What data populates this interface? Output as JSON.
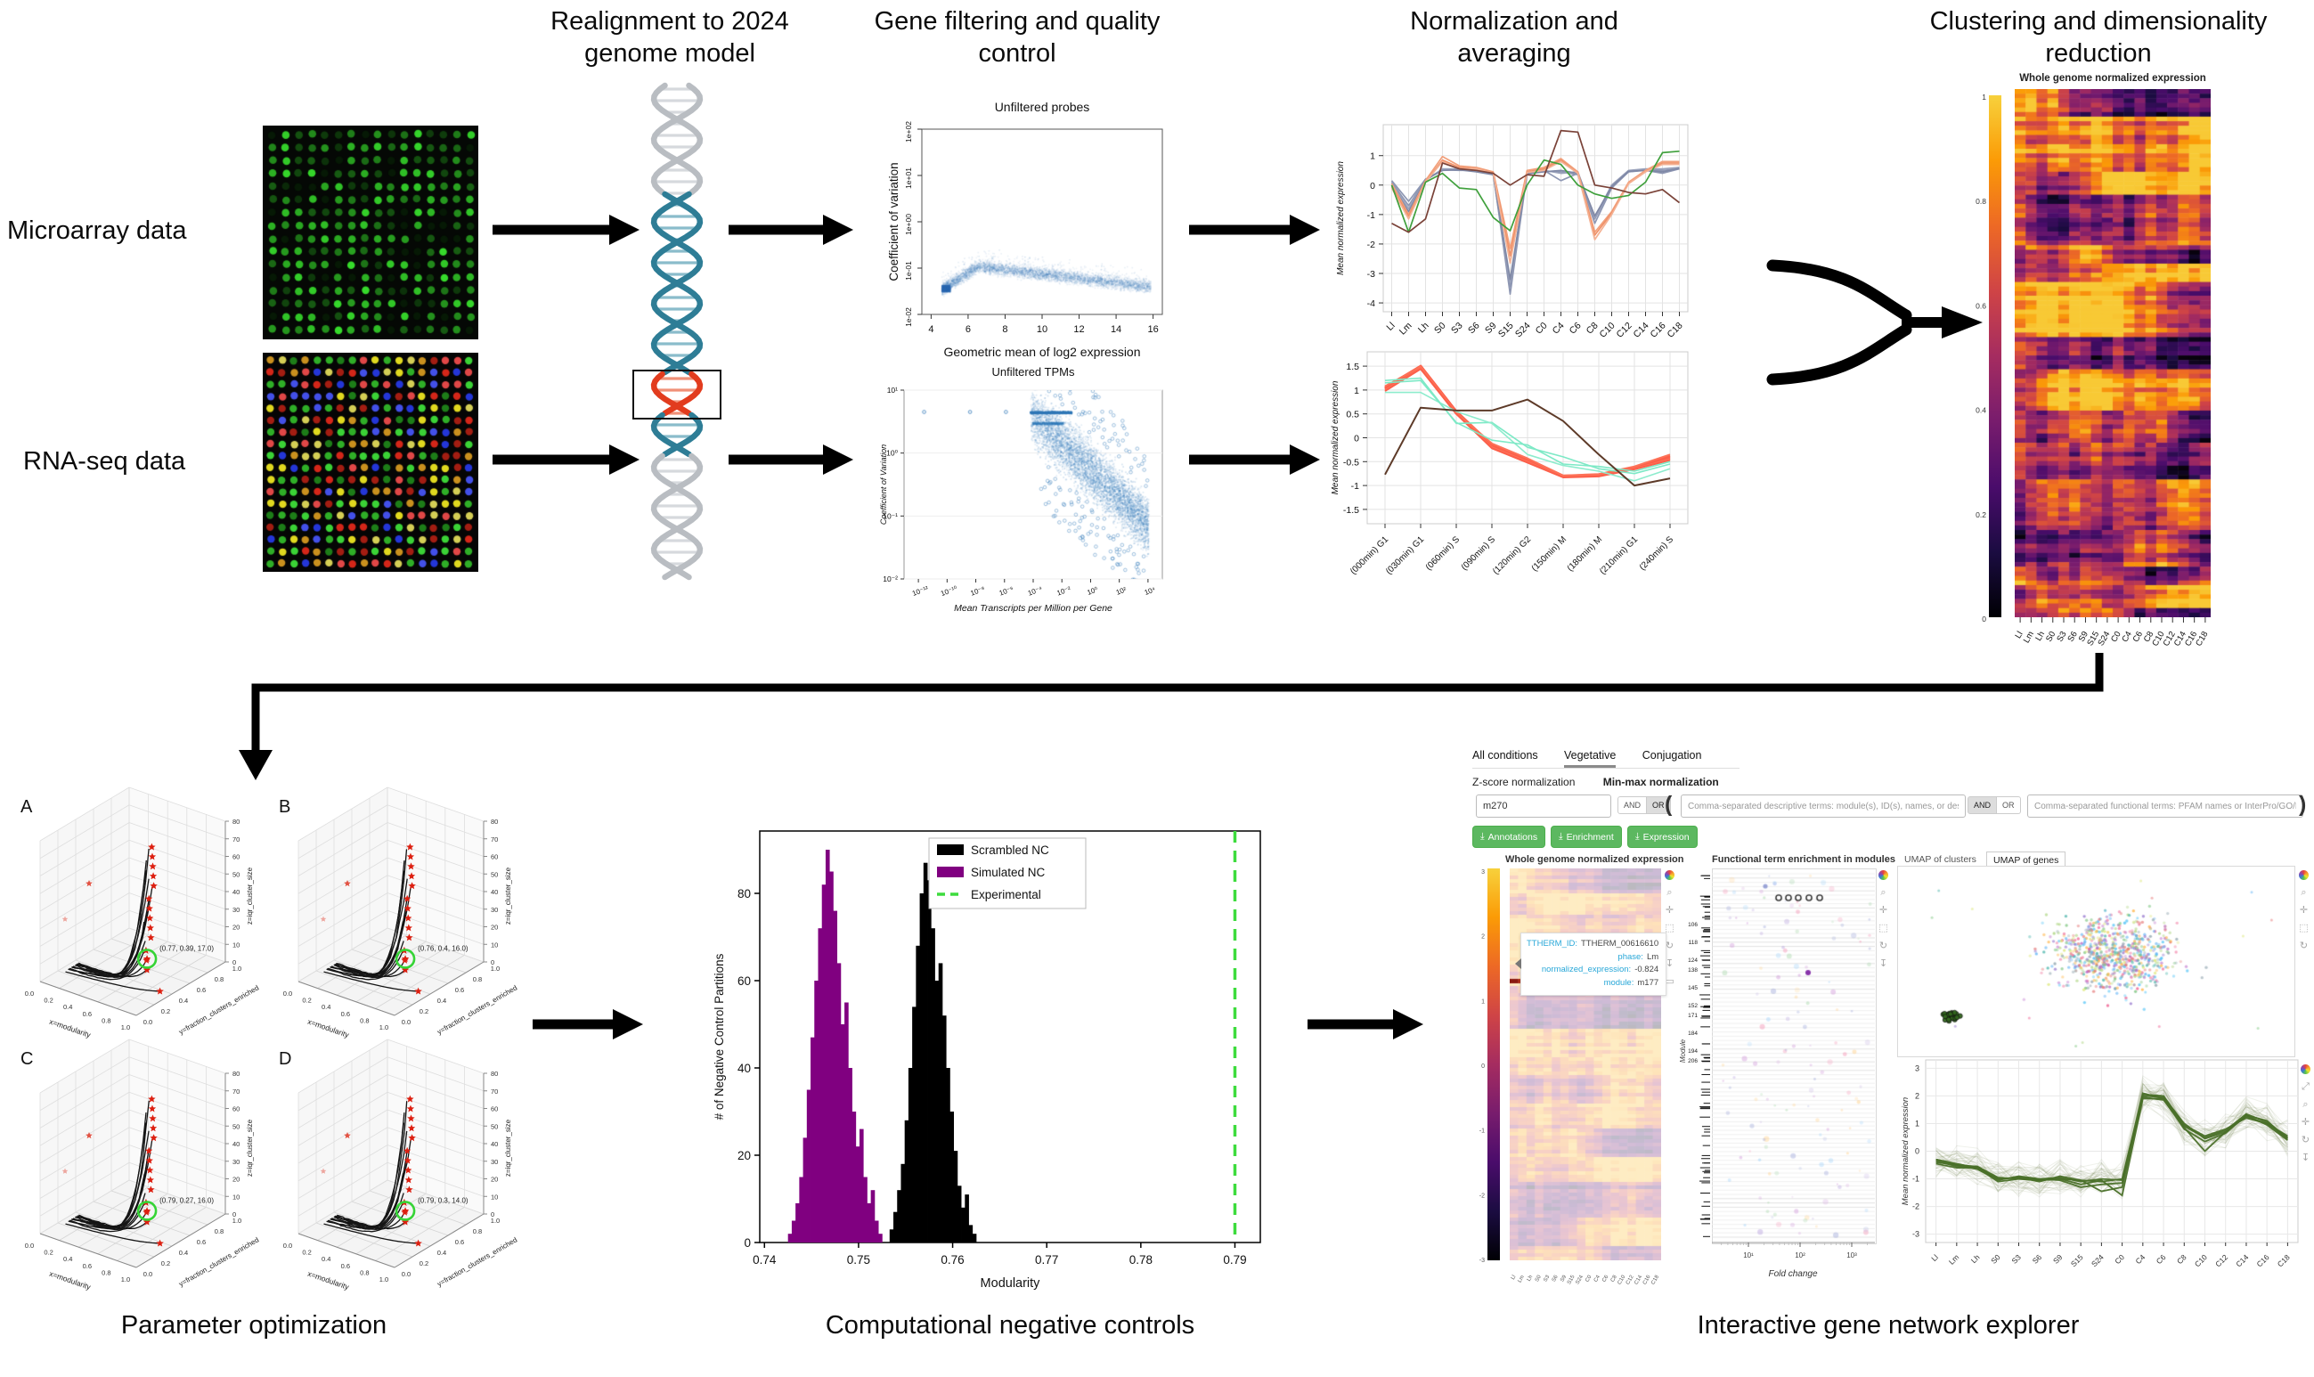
{
  "headers": {
    "realignment": "Realignment to 2024 genome model",
    "filtering": "Gene filtering and quality control",
    "normalization": "Normalization and averaging",
    "clustering": "Clustering and dimensionality reduction"
  },
  "input_labels": {
    "microarray": "Microarray data",
    "rnaseq": "RNA-seq data"
  },
  "bottom_labels": {
    "param": "Parameter optimization",
    "negctl": "Computational negative controls",
    "explorer": "Interactive gene network explorer"
  },
  "phases": [
    "Ll",
    "Lm",
    "Lh",
    "S0",
    "S3",
    "S6",
    "S9",
    "S15",
    "S24",
    "C0",
    "C4",
    "C6",
    "C8",
    "C10",
    "C12",
    "C14",
    "C16",
    "C18"
  ],
  "chart_data": [
    {
      "id": "unfiltered_probes",
      "type": "scatter",
      "title": "Unfiltered probes",
      "xlabel": "Geometric mean of log2 expression",
      "ylabel": "Coefficient of variation",
      "xticks": [
        4,
        6,
        8,
        10,
        12,
        14,
        16
      ],
      "ytick_labels": [
        "1e-02",
        "1e-01",
        "1e+00",
        "1e+01",
        "1e+02"
      ],
      "xlim": [
        3.5,
        16.5
      ],
      "ylog_lim": [
        -2,
        2
      ],
      "shape": "dense blue arc: CV rises from ~0.04 at x=4.6 to ~0.13 near x=6-8, declines to ~0.04 by x=15"
    },
    {
      "id": "unfiltered_tpms",
      "type": "scatter",
      "title": "Unfiltered TPMs",
      "xlabel": "Mean Transcripts per Million per Gene",
      "ylabel": "Coefficient of Variation",
      "xtick_labels": [
        "10⁻¹²",
        "10⁻¹⁰",
        "10⁻⁸",
        "10⁻⁶",
        "10⁻⁴",
        "10⁻²",
        "10⁰",
        "10²",
        "10⁴"
      ],
      "ytick_labels": [
        "10⁻²",
        "10⁻¹",
        "10⁰",
        "10¹"
      ],
      "shape": "blue cloud negatively correlated from (10⁻⁴,~5) to (10⁴,~0.1) with horizontal band of points at CV≈4.5 and isolated points near 10⁻¹²,10⁻⁸,10⁻⁶"
    },
    {
      "id": "norm_avg_phases",
      "type": "line",
      "ylabel": "Mean normalized expression",
      "yticks": [
        -4,
        -3,
        -2,
        -1,
        0,
        1
      ],
      "ylim": [
        -4.3,
        2.05
      ],
      "categories": [
        "Ll",
        "Lm",
        "Lh",
        "S0",
        "S3",
        "S6",
        "S9",
        "S15",
        "S24",
        "C0",
        "C4",
        "C6",
        "C8",
        "C10",
        "C12",
        "C14",
        "C16",
        "C18"
      ],
      "series": [
        {
          "name": "gray1",
          "color": "#8e97b3",
          "values": [
            0.15,
            -0.55,
            0.2,
            0.5,
            0.55,
            0.5,
            0.4,
            -3.7,
            0.4,
            0.5,
            0.15,
            0.4,
            -1.3,
            -0.1,
            0.45,
            0.5,
            0.4,
            0.55
          ]
        },
        {
          "name": "gray2",
          "color": "#8e97b3",
          "values": [
            0.1,
            -0.7,
            0.2,
            0.52,
            0.5,
            0.5,
            0.35,
            -3.45,
            0.42,
            0.47,
            0.45,
            0.35,
            -1.15,
            -0.05,
            0.45,
            0.52,
            0.5,
            0.55
          ]
        },
        {
          "name": "gray3",
          "color": "#9aa2bb",
          "values": [
            0.05,
            -0.8,
            0.15,
            0.55,
            0.55,
            0.5,
            0.4,
            -3.3,
            0.45,
            0.5,
            0.4,
            0.45,
            -1.1,
            0.0,
            0.5,
            0.55,
            0.55,
            0.6
          ]
        },
        {
          "name": "gray4",
          "color": "#7f88a6",
          "values": [
            0.0,
            -0.9,
            0.18,
            0.5,
            0.52,
            0.45,
            0.35,
            -3.2,
            0.38,
            0.45,
            0.5,
            0.4,
            -1.05,
            -0.05,
            0.47,
            0.5,
            0.45,
            0.57
          ]
        },
        {
          "name": "salmon1",
          "color": "#f2a07b",
          "values": [
            0.05,
            -1.0,
            0.15,
            0.97,
            0.65,
            0.6,
            0.45,
            -2.15,
            0.5,
            0.6,
            0.9,
            0.45,
            -1.6,
            -0.9,
            0.1,
            0.5,
            0.8,
            0.8
          ]
        },
        {
          "name": "salmon2",
          "color": "#ef9168",
          "values": [
            -0.05,
            -1.05,
            0.1,
            0.85,
            0.6,
            0.55,
            0.42,
            -2.4,
            0.45,
            0.55,
            0.85,
            0.4,
            -1.7,
            -0.95,
            0.05,
            0.45,
            0.75,
            0.75
          ]
        },
        {
          "name": "salmon3",
          "color": "#f4b193",
          "values": [
            -0.1,
            -1.15,
            0.1,
            0.8,
            0.55,
            0.55,
            0.4,
            -2.65,
            0.43,
            0.5,
            0.8,
            0.4,
            -1.85,
            -1.0,
            0.05,
            0.45,
            0.7,
            0.7
          ]
        },
        {
          "name": "green",
          "color": "#3fa03c",
          "values": [
            0.0,
            -1.6,
            0.1,
            0.4,
            -0.1,
            -0.15,
            -1.1,
            -1.55,
            0.0,
            0.85,
            0.7,
            0.0,
            -0.3,
            -0.45,
            -0.35,
            0.1,
            1.1,
            1.15
          ]
        },
        {
          "name": "darkred",
          "color": "#7a4238",
          "values": [
            -1.3,
            -1.6,
            -1.15,
            0.75,
            0.55,
            0.5,
            0.4,
            0.0,
            0.35,
            0.3,
            1.85,
            1.8,
            0.0,
            -0.1,
            -0.25,
            -0.3,
            -0.15,
            -0.6
          ]
        }
      ]
    },
    {
      "id": "norm_avg_cellcycle",
      "type": "line",
      "ylabel": "Mean normalized expression",
      "yticks": [
        -1.5,
        -1,
        -0.5,
        0,
        0.5,
        1,
        1.5
      ],
      "ylim": [
        -1.8,
        1.8
      ],
      "categories": [
        "(000min) G1",
        "(030min) G1",
        "(060min) S",
        "(090min) S",
        "(120min) G2",
        "(150min) M",
        "(180min) M",
        "(210min) G1",
        "(240min) S"
      ],
      "series": [
        {
          "name": "red1",
          "color": "#fc5f4a",
          "width": 3,
          "values": [
            1.05,
            1.5,
            0.55,
            -0.15,
            -0.45,
            -0.8,
            -0.78,
            -0.62,
            -0.38
          ]
        },
        {
          "name": "red2",
          "color": "#fc5f4a",
          "width": 3,
          "values": [
            1.02,
            1.47,
            0.52,
            -0.18,
            -0.48,
            -0.81,
            -0.79,
            -0.64,
            -0.42
          ]
        },
        {
          "name": "red3",
          "color": "#fd7258",
          "width": 2,
          "values": [
            1.0,
            1.45,
            0.5,
            -0.2,
            -0.5,
            -0.82,
            -0.8,
            -0.65,
            -0.45
          ]
        },
        {
          "name": "red4",
          "color": "#fd7258",
          "width": 2,
          "values": [
            1.08,
            1.49,
            0.53,
            -0.12,
            -0.43,
            -0.79,
            -0.76,
            -0.6,
            -0.35
          ]
        },
        {
          "name": "red5",
          "color": "#fc5f4a",
          "width": 2,
          "values": [
            0.98,
            1.44,
            0.5,
            -0.22,
            -0.52,
            -0.83,
            -0.81,
            -0.66,
            -0.47
          ]
        },
        {
          "name": "aqua1",
          "color": "#7de9c6",
          "width": 1.6,
          "values": [
            1.2,
            1.25,
            0.3,
            0.32,
            -0.2,
            -0.4,
            -0.65,
            -0.75,
            -0.55
          ]
        },
        {
          "name": "aqua2",
          "color": "#8deccd",
          "width": 1.6,
          "values": [
            0.95,
            0.95,
            0.55,
            0.3,
            -0.35,
            -0.58,
            -0.7,
            -0.9,
            -0.65
          ]
        },
        {
          "name": "aqua3",
          "color": "#7de9c6",
          "width": 1.6,
          "values": [
            1.15,
            1.2,
            0.32,
            -0.05,
            -0.15,
            -0.55,
            -0.6,
            -0.7,
            -0.5
          ]
        },
        {
          "name": "brown",
          "color": "#5d3a28",
          "width": 2,
          "values": [
            -0.77,
            0.63,
            0.57,
            0.57,
            0.8,
            0.35,
            -0.35,
            -1.0,
            -0.85
          ]
        }
      ]
    },
    {
      "id": "whole_genome_heatmap",
      "type": "heatmap",
      "title": "Whole genome normalized expression",
      "colorbar_ticks": [
        "1",
        "0.8",
        "0.6",
        "0.4",
        "0.2",
        "0"
      ],
      "palette": "inferno",
      "categories": [
        "Ll",
        "Lm",
        "Lh",
        "S0",
        "S3",
        "S6",
        "S9",
        "S15",
        "S24",
        "C0",
        "C4",
        "C6",
        "C8",
        "C10",
        "C12",
        "C14",
        "C16",
        "C18"
      ]
    },
    {
      "id": "negative_controls",
      "type": "histogram",
      "xlabel": "Modularity",
      "ylabel": "# of Negative Control Partitions",
      "xticks": [
        "0.74",
        "0.75",
        "0.76",
        "0.77",
        "0.78",
        "0.79"
      ],
      "yticks": [
        0,
        20,
        40,
        60,
        80
      ],
      "legend": [
        {
          "label": "Scrambled NC",
          "color": "#000000",
          "style": "fill"
        },
        {
          "label": "Simulated NC",
          "color": "#800080",
          "style": "fill"
        },
        {
          "label": "Experimental",
          "color": "#3ddc3d",
          "style": "dashed-line"
        }
      ],
      "experimental_x": 0.79,
      "simulated": {
        "bin_start": 0.7425,
        "bin_width": 0.0004,
        "counts": [
          2,
          5,
          9,
          15,
          24,
          35,
          47,
          60,
          72,
          82,
          90,
          85,
          76,
          64,
          50,
          55,
          40,
          30,
          22,
          26,
          15,
          9,
          12,
          5,
          2
        ]
      },
      "scrambled": {
        "bin_start": 0.7533,
        "bin_width": 0.0004,
        "counts": [
          3,
          7,
          12,
          18,
          28,
          40,
          54,
          68,
          80,
          87,
          83,
          72,
          60,
          64,
          52,
          40,
          30,
          21,
          13,
          8,
          11,
          4,
          2
        ]
      }
    },
    {
      "id": "explorer_module_expression",
      "type": "line",
      "ylabel": "Mean normalized expression",
      "yticks": [
        3,
        2,
        1,
        0,
        -1,
        -2,
        -3
      ],
      "ylim": [
        -3.3,
        3.3
      ],
      "categories": [
        "Ll",
        "Lm",
        "Lh",
        "S0",
        "S3",
        "S6",
        "S9",
        "S15",
        "S24",
        "C0",
        "C4",
        "C6",
        "C8",
        "C10",
        "C12",
        "C14",
        "C16",
        "C18"
      ],
      "series": [
        {
          "name": "m1",
          "color": "#4a7029",
          "values": [
            -0.3,
            -0.45,
            -0.6,
            -1.0,
            -0.95,
            -1.0,
            -0.95,
            -1.1,
            -1.0,
            -1.05,
            2.1,
            1.9,
            0.9,
            0.5,
            0.75,
            1.35,
            1.05,
            0.5
          ]
        },
        {
          "name": "m2",
          "color": "#4a7029",
          "values": [
            -0.35,
            -0.55,
            -0.55,
            -0.95,
            -1.0,
            -1.05,
            -1.0,
            -1.05,
            -1.1,
            -1.0,
            2.0,
            1.95,
            1.0,
            0.45,
            0.7,
            1.25,
            1.0,
            0.45
          ]
        },
        {
          "name": "m3",
          "color": "#4a7029",
          "values": [
            -0.4,
            -0.5,
            -0.65,
            -1.05,
            -0.9,
            -1.0,
            -1.05,
            -1.3,
            -1.2,
            -1.15,
            1.95,
            1.85,
            0.85,
            0.0,
            0.7,
            1.3,
            0.95,
            0.4
          ]
        },
        {
          "name": "m4",
          "color": "#4a7029",
          "values": [
            -0.3,
            -0.5,
            -0.55,
            -1.0,
            -0.95,
            -1.1,
            -0.9,
            -1.05,
            -1.45,
            -1.3,
            2.05,
            2.0,
            0.95,
            0.55,
            0.8,
            1.2,
            1.0,
            0.55
          ]
        },
        {
          "name": "m5",
          "color": "#4a7029",
          "values": [
            -0.45,
            -0.6,
            -0.6,
            -1.1,
            -1.0,
            -1.05,
            -1.0,
            -1.2,
            -1.05,
            -1.6,
            1.9,
            1.9,
            0.8,
            0.35,
            0.65,
            1.3,
            1.1,
            0.45
          ]
        }
      ]
    }
  ],
  "param_opt": {
    "xlabel": "x=modularity",
    "ylabel": "y=fraction_clusters_enriched",
    "zlabel": "z=iqr_cluster_size",
    "xticks": [
      "0.0",
      "0.2",
      "0.4",
      "0.6",
      "0.8",
      "1.0"
    ],
    "yticks": [
      "0.0",
      "0.2",
      "0.4",
      "0.6",
      "0.8",
      "1.0"
    ],
    "zticks": [
      "0",
      "10",
      "20",
      "30",
      "40",
      "50",
      "60",
      "70",
      "80"
    ],
    "panels": [
      {
        "label": "A",
        "annotation": "(0.77, 0.39, 17.0)"
      },
      {
        "label": "B",
        "annotation": "(0.76, 0.4, 16.0)"
      },
      {
        "label": "C",
        "annotation": "(0.79, 0.27, 16.0)"
      },
      {
        "label": "D",
        "annotation": "(0.79, 0.3, 14.0)"
      }
    ]
  },
  "explorer": {
    "tabs": [
      "All conditions",
      "Vegetative",
      "Conjugation"
    ],
    "active_tab": "Vegetative",
    "norm_tabs": [
      "Z-score normalization",
      "Min-max normalization"
    ],
    "active_norm": "Min-max normalization",
    "query_value": "m270",
    "and_label": "AND",
    "or_label": "OR",
    "open_paren": "(",
    "close_paren": ")",
    "desc_placeholder": "Comma-separated descriptive terms: module(s), ID(s), names, or descriptions",
    "func_placeholder": "Comma-separated functional terms: PFAM names or InterPro/GO/KEGG/EC c",
    "download_buttons": [
      "Annotations",
      "Enrichment",
      "Expression"
    ],
    "heatmap_title": "Whole genome normalized expression",
    "enrichment_title": "Functional term enrichment in modules",
    "umap_tabs": [
      "UMAP of clusters",
      "UMAP of genes"
    ],
    "colorbar_ticks": [
      "3",
      "2",
      "1",
      "0",
      "-1",
      "-2",
      "-3"
    ],
    "module_ylabel": "Module",
    "module_tick_labels": [
      "106",
      "118",
      "124",
      "138",
      "145",
      "152",
      "171",
      "184",
      "194",
      "206"
    ],
    "fold_change_label": "Fold change",
    "fold_ticks": [
      "10¹",
      "10²",
      "10³"
    ],
    "tooltip": {
      "rows": [
        {
          "label": "TTHERM_ID:",
          "value": "TTHERM_00616610"
        },
        {
          "label": "phase:",
          "value": "Lm"
        },
        {
          "label": "normalized_expression:",
          "value": "-0.824"
        },
        {
          "label": "module:",
          "value": "m177"
        }
      ]
    }
  }
}
